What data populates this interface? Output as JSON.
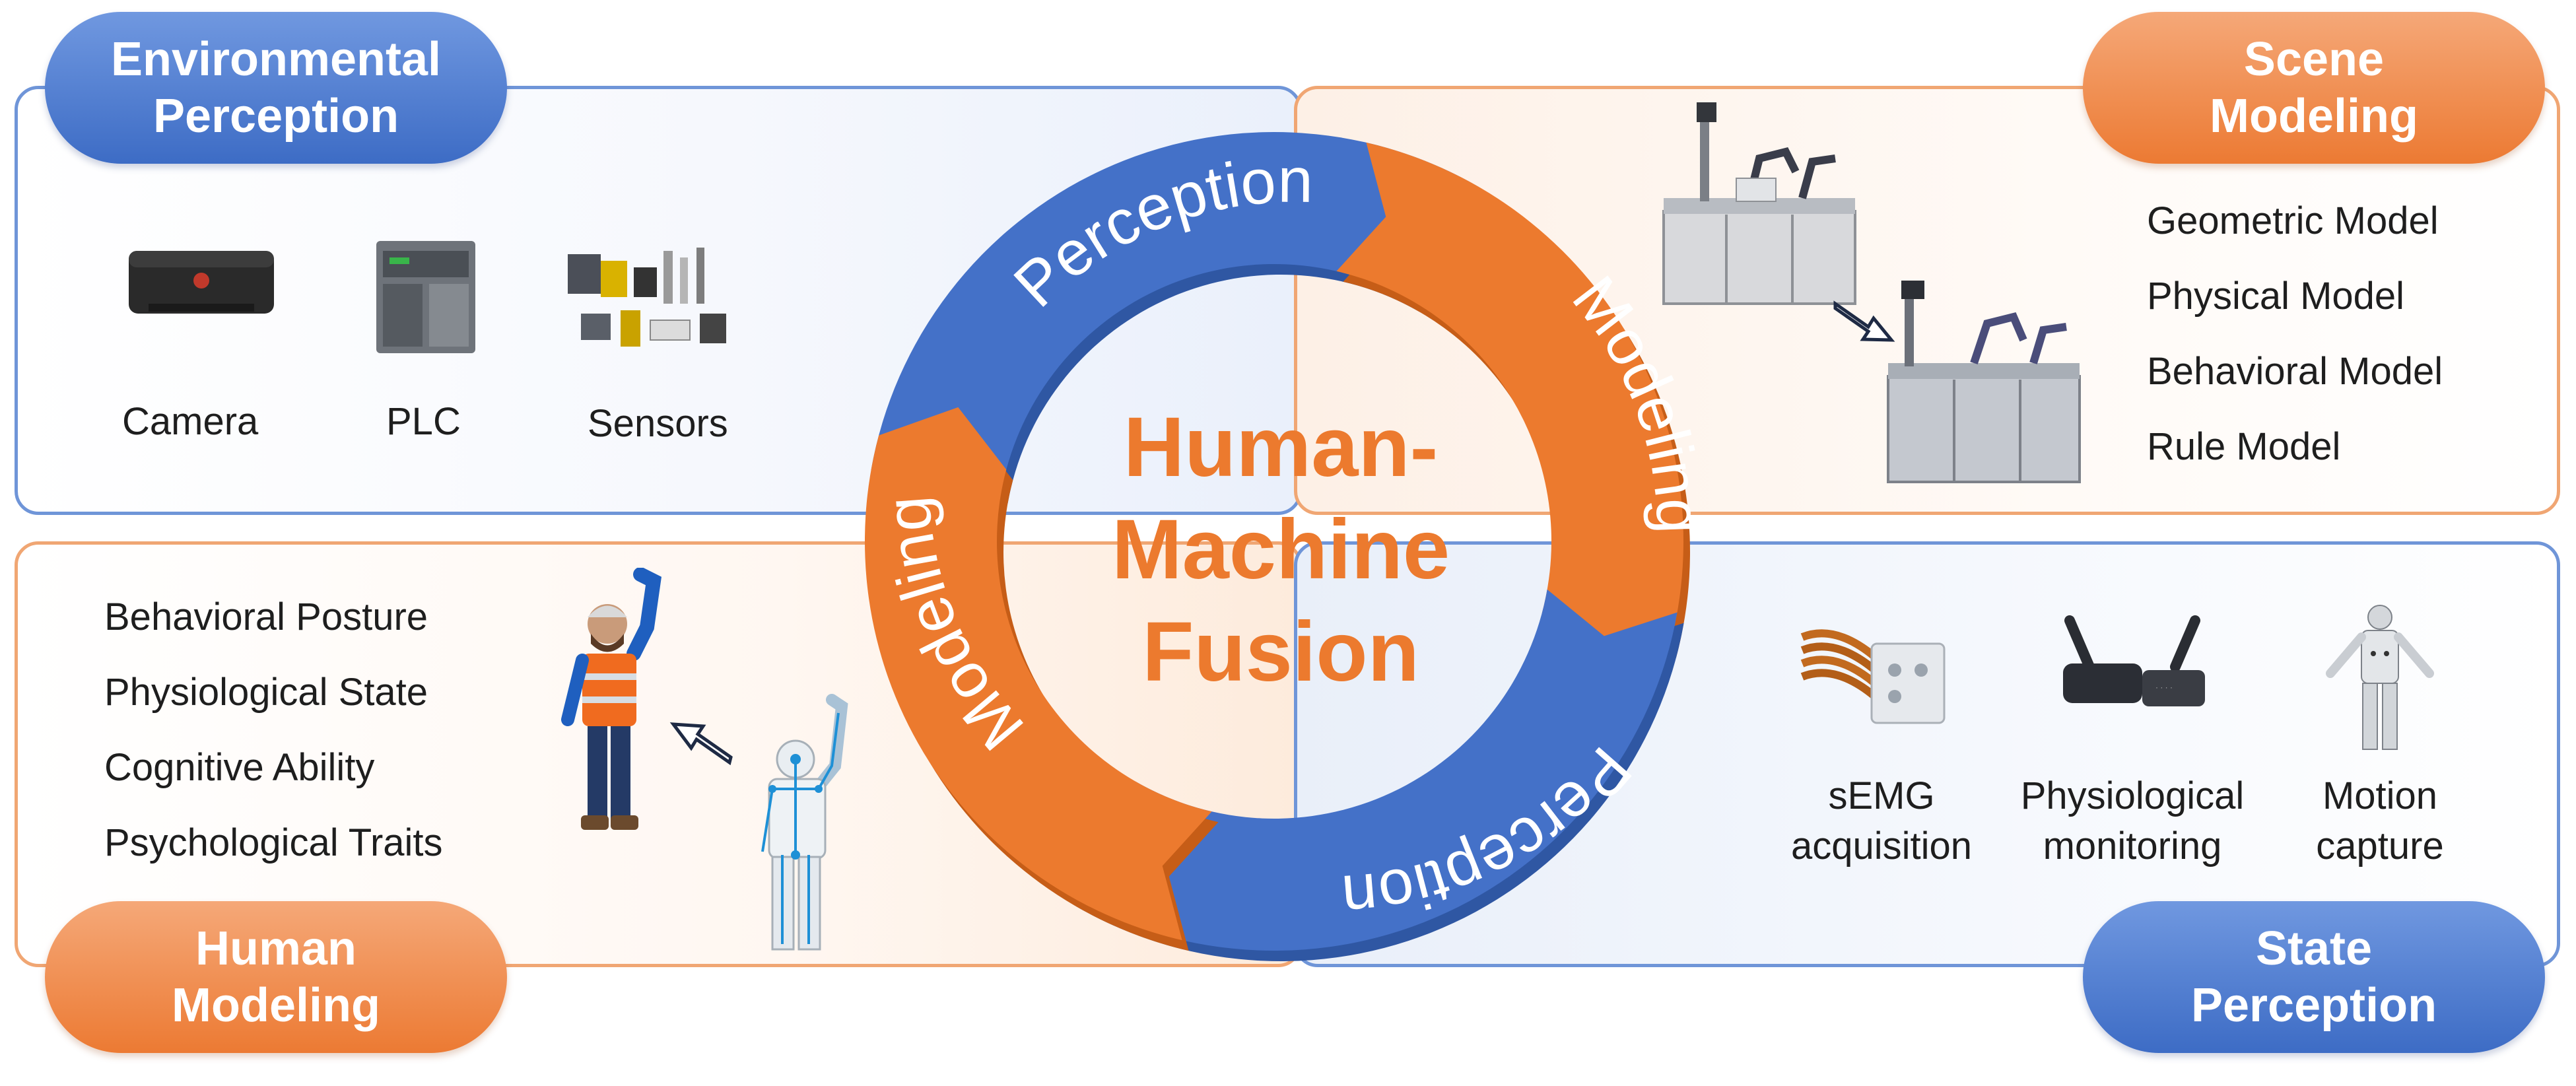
{
  "center_title": [
    "Human-",
    "Machine",
    "Fusion"
  ],
  "cycle": {
    "top": "Perception",
    "right": "Modeling",
    "bottom": "Perception",
    "left": "Modeling"
  },
  "environmental_perception": {
    "title": [
      "Environmental",
      "Perception"
    ],
    "items": [
      "Camera",
      "PLC",
      "Sensors"
    ]
  },
  "scene_modeling": {
    "title": [
      "Scene",
      "Modeling"
    ],
    "items": [
      "Geometric Model",
      "Physical Model",
      "Behavioral Model",
      "Rule Model"
    ]
  },
  "human_modeling": {
    "title": [
      "Human",
      "Modeling"
    ],
    "items": [
      "Behavioral Posture",
      "Physiological State",
      "Cognitive Ability",
      "Psychological Traits"
    ]
  },
  "state_perception": {
    "title": [
      "State",
      "Perception"
    ],
    "items": [
      [
        "sEMG",
        "acquisition"
      ],
      [
        "Physiological",
        "monitoring"
      ],
      [
        "Motion",
        "capture"
      ]
    ]
  },
  "colors": {
    "blue": "#4471c8",
    "orange": "#ec7a2e"
  }
}
